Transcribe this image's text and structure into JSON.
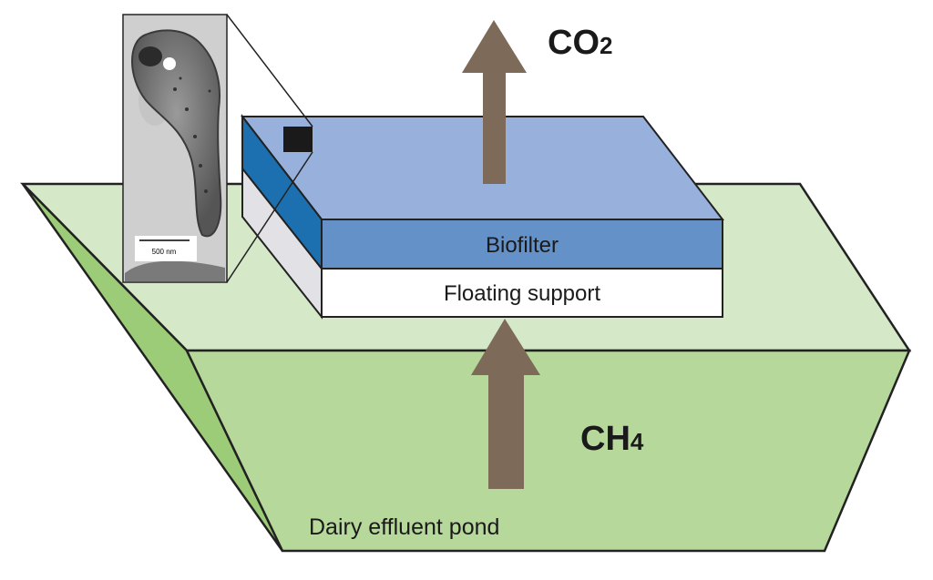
{
  "labels": {
    "co2_main": "CO",
    "co2_sub": "2",
    "ch4_main": "CH",
    "ch4_sub": "4",
    "biofilter": "Biofilter",
    "floating_support": "Floating support",
    "pond": "Dairy effluent pond",
    "scale_bar": "500 nm"
  },
  "colors": {
    "pond_top": "#d5e8c8",
    "pond_front": "#b6d89b",
    "pond_left": "#9ccc78",
    "biofilter_top": "#97b1dc",
    "biofilter_front": "#6391c8",
    "biofilter_side": "#1d70b0",
    "support_front": "#ffffff",
    "support_side": "#e2e2e6",
    "arrow": "#7d6a58"
  }
}
